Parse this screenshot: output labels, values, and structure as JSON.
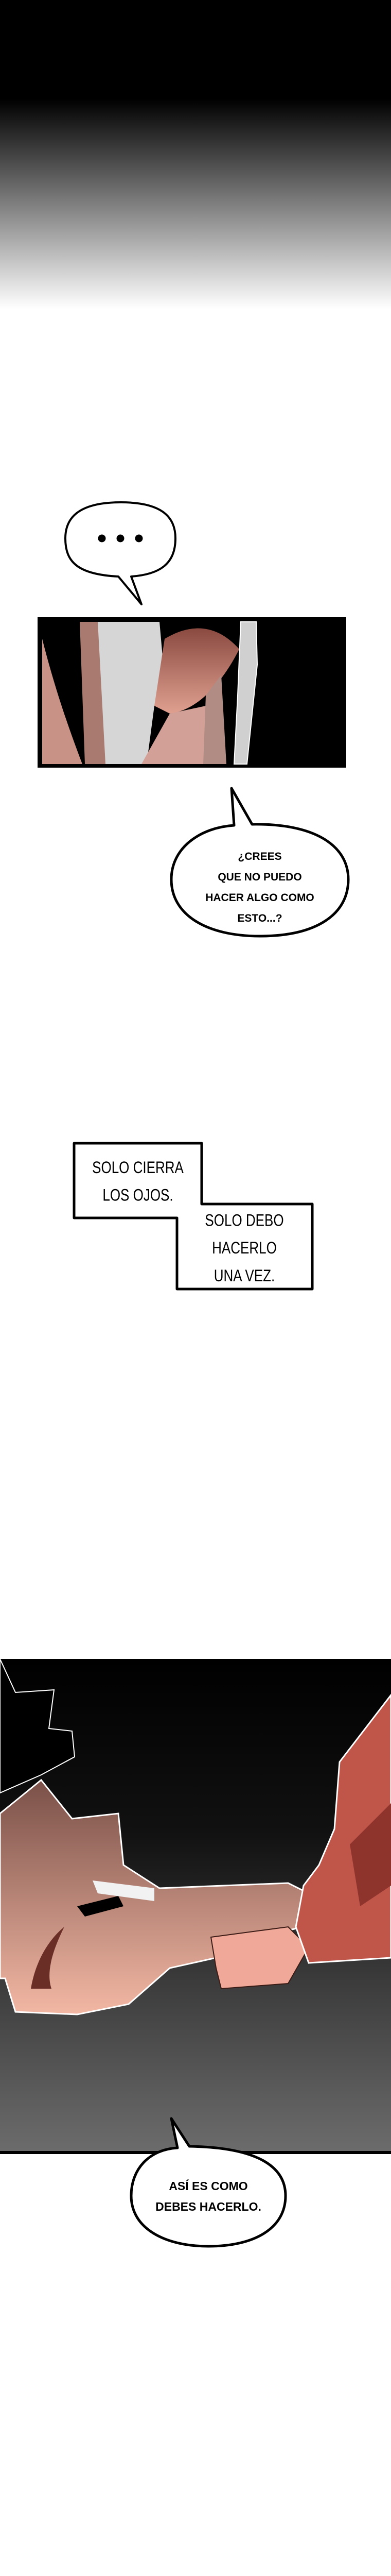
{
  "top_gradient": {
    "from": "#000000",
    "to": "#ffffff"
  },
  "bubble_ellipsis": {
    "text": "..."
  },
  "panel_face": {
    "colors": {
      "background": "#000000",
      "hair": "#d8d8d8",
      "skin": "#d09488"
    }
  },
  "bubble_crees": {
    "lines": [
      "¿CREES",
      "QUE NO PUEDO",
      "HACER ALGO COMO",
      "ESTO...?"
    ]
  },
  "caption_boxes": {
    "first": {
      "lines": [
        "SOLO CIERRA",
        "LOS OJOS."
      ]
    },
    "second": {
      "lines": [
        "SOLO DEBO",
        "HACERLO",
        "UNA VEZ."
      ]
    }
  },
  "panel_hands": {
    "colors": {
      "gradient_top": "#000000",
      "gradient_bottom": "#6a6a6a",
      "skin": "#c98a7c",
      "sleeve": "#c0564a"
    }
  },
  "bubble_final": {
    "lines": [
      "ASÍ ES COMO",
      "DEBES HACERLO."
    ]
  }
}
